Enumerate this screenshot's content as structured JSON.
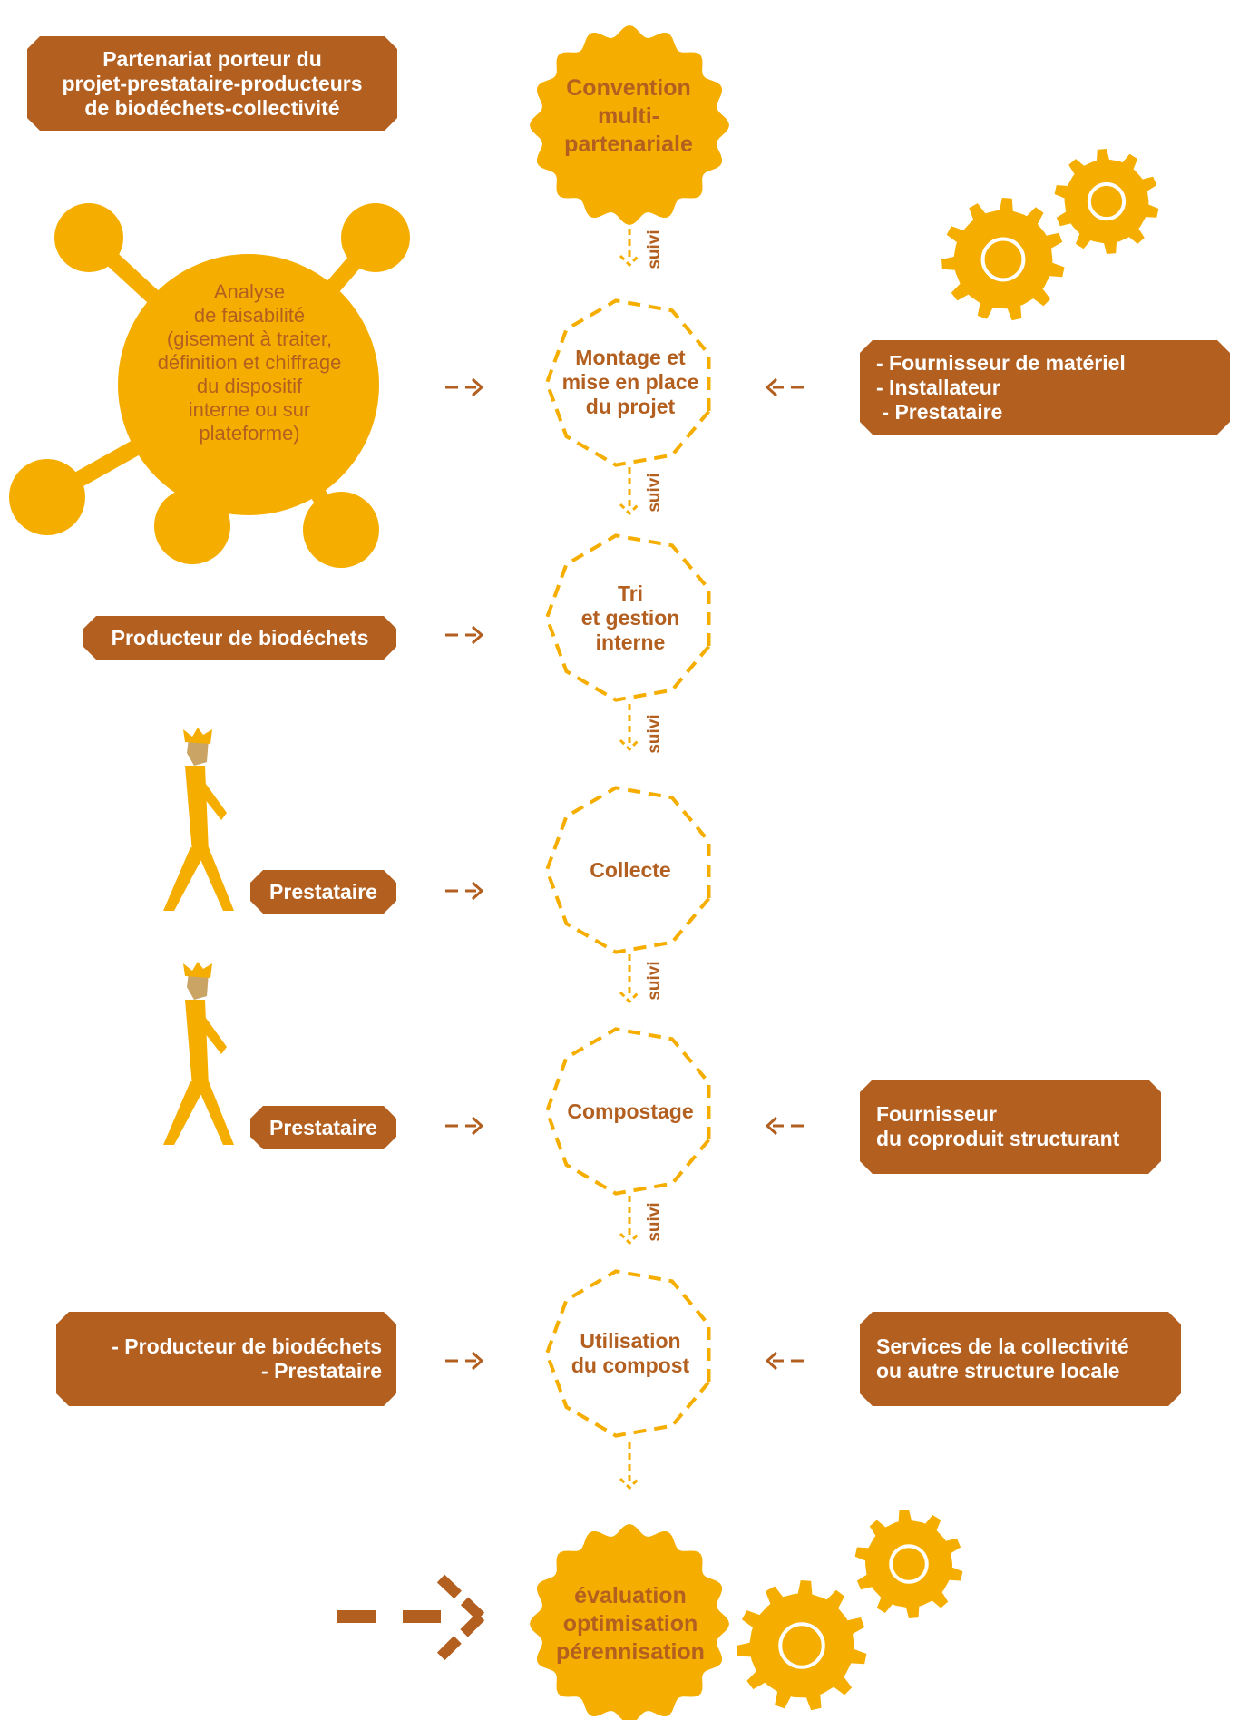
{
  "colors": {
    "orange": "#f5ae00",
    "brown": "#b25f20",
    "skin": "#c9a464",
    "white": "#ffffff"
  },
  "top_box": {
    "lines": [
      "Partenariat porteur du",
      "projet-prestataire-producteurs",
      "de biodéchets-collectivité"
    ]
  },
  "analysis": {
    "lines": [
      "Analyse",
      "de faisabilité",
      "(gisement à traiter,",
      "définition et chiffrage",
      "du dispositif",
      "interne ou sur",
      "plateforme)"
    ]
  },
  "stages": {
    "convention": {
      "lines": [
        "Convention",
        "multi-",
        "partenariale"
      ]
    },
    "montage": {
      "lines": [
        "Montage et",
        "mise en place",
        "du projet"
      ]
    },
    "tri": {
      "lines": [
        "Tri",
        "et gestion",
        "interne"
      ]
    },
    "collecte": {
      "lines": [
        "Collecte"
      ]
    },
    "compostage": {
      "lines": [
        "Compostage"
      ]
    },
    "utilisation": {
      "lines": [
        "Utilisation",
        "du compost"
      ]
    },
    "evaluation": {
      "lines": [
        "évaluation",
        "optimisation",
        "pérennisation"
      ]
    }
  },
  "suivi_label": "suivi",
  "left_boxes": {
    "producteur": {
      "lines": [
        "Producteur de biodéchets"
      ]
    },
    "prestataire1": {
      "lines": [
        "Prestataire"
      ]
    },
    "prestataire2": {
      "lines": [
        "Prestataire"
      ]
    },
    "utilisation_actors": {
      "lines": [
        "- Producteur de biodéchets",
        "- Prestataire"
      ]
    }
  },
  "right_boxes": {
    "fournisseurs": {
      "lines": [
        "- Fournisseur de matériel",
        "- Installateur",
        " - Prestataire"
      ]
    },
    "coproduit": {
      "lines": [
        "Fournisseur",
        "du coproduit structurant"
      ]
    },
    "services": {
      "lines": [
        "Services de la collectivité",
        "ou autre structure locale"
      ]
    }
  }
}
